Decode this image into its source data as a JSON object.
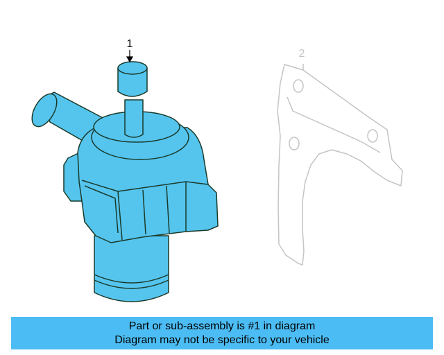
{
  "colors": {
    "highlight_part": "#55c5ee",
    "part_outline": "#1a3a2a",
    "ghost_part": "#c4c4c4",
    "banner_background": "#4cbdf4"
  },
  "callouts": [
    {
      "label": "1",
      "part": "water pump"
    },
    {
      "label": "2",
      "part": "bracket"
    }
  ],
  "banner": {
    "line1": "Part or sub-assembly is #1 in diagram",
    "line2": "Diagram may not be specific to your vehicle"
  }
}
